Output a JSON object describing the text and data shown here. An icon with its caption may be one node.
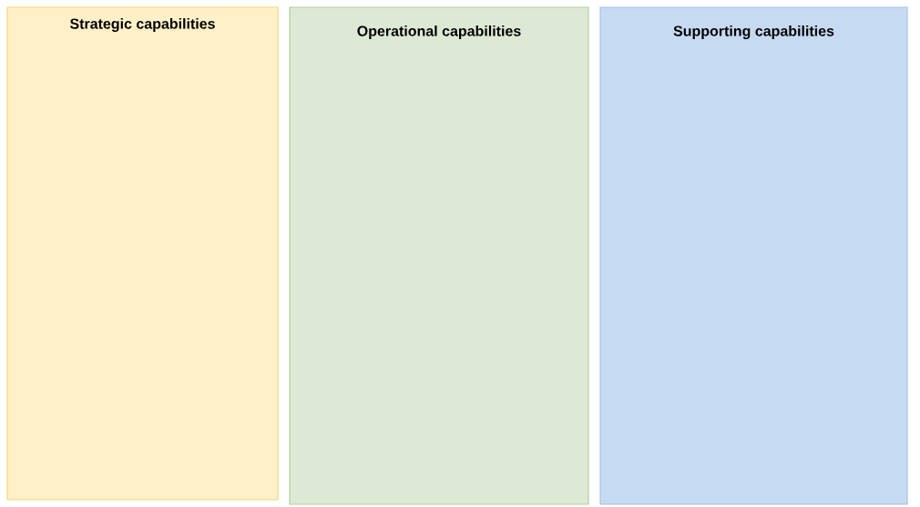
{
  "diagram": {
    "nodes": [
      {
        "text": [
          "Strategic capabilities"
        ]
      },
      {
        "text": [
          "Operational capabilities"
        ]
      },
      {
        "text": [
          "Supporting capabilities"
        ]
      }
    ]
  }
}
